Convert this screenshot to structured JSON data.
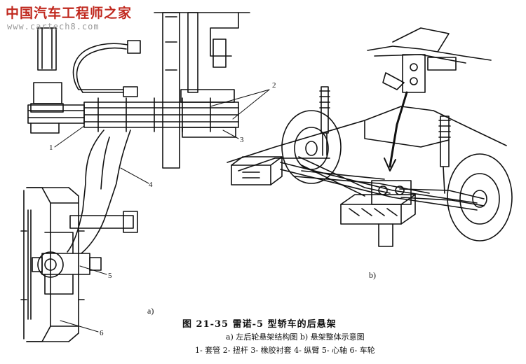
{
  "watermark": {
    "site_name": "中国汽车工程师之家",
    "url": "www.cartech8.com"
  },
  "labels": {
    "part_numbers": [
      "1",
      "2",
      "3",
      "4",
      "5",
      "6"
    ],
    "sub_a": "a)",
    "sub_b": "b)"
  },
  "caption": {
    "title": "图 21-35    雷诺-5 型轿车的后悬架",
    "subtitle": "a) 左后轮悬架结构图    b) 悬架整体示意图",
    "legend": "1- 套管    2- 扭杆    3- 橡胶衬套    4- 纵臂    5- 心轴    6- 车轮"
  },
  "colors": {
    "ink": "#111111",
    "watermark_red": "#c0281e",
    "watermark_gray": "#9a9a9a"
  }
}
